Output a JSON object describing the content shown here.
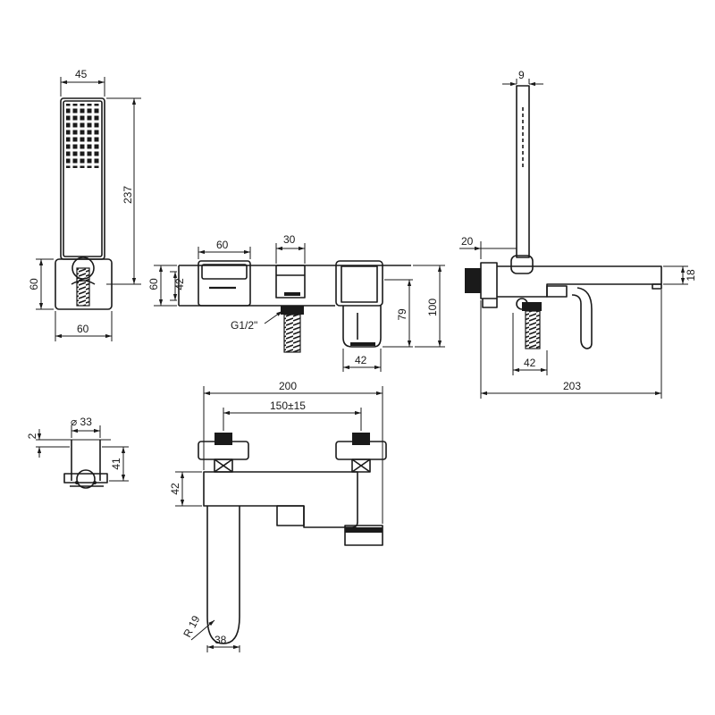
{
  "dimensions": {
    "handshower_width": "45",
    "handshower_height": "237",
    "holder_side_height": "60",
    "holder_width": "60",
    "mixer_front_height": "60",
    "mixer_inner_height": "42",
    "cartridge_width": "60",
    "diverter_width": "30",
    "thread_label": "G1/2\"",
    "spout_drop": "79",
    "overall_height": "100",
    "spout_outlet": "42",
    "rail_width": "9",
    "side_offset": "20",
    "side_spout_height": "18",
    "side_tail_width": "42",
    "side_depth": "203",
    "holder_diameter": "⌀ 33",
    "holder_gap": "2",
    "holder_depth": "41",
    "plan_width": "200",
    "plan_centres": "150±15",
    "plan_body_height": "42",
    "plan_radius": "R 19",
    "plan_handle_width": "38"
  }
}
